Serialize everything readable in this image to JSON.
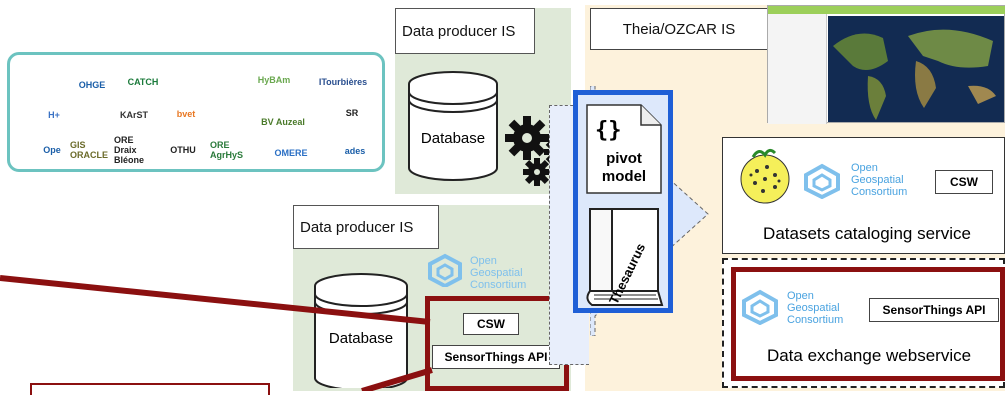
{
  "partners": {
    "logos": [
      "OHGE",
      "CATCH",
      "ITourbières",
      "H+",
      "KArST",
      "bvet",
      "HyBAm",
      "SR",
      "Ope",
      "GIS ORACLE",
      "ORE Draix Bléone",
      "OTHU",
      "ORE AgrHyS",
      "OMERE",
      "ades",
      "BV Auzeal"
    ]
  },
  "producer_top": {
    "title": "Data producer IS",
    "db_label": "Database"
  },
  "theia": {
    "title": "Theia/OZCAR IS"
  },
  "pivot": {
    "braces": "{}",
    "label_line1": "pivot",
    "label_line2": "model",
    "thesaurus": "Thesaurus"
  },
  "catalog": {
    "ogc_line1": "Open",
    "ogc_line2": "Geospatial",
    "ogc_line3": "Consortium",
    "csw": "CSW",
    "label": "Datasets cataloging service"
  },
  "exchange": {
    "ogc_line1": "Open",
    "ogc_line2": "Geospatial",
    "ogc_line3": "Consortium",
    "api": "SensorThings API",
    "label": "Data exchange webservice"
  },
  "producer_bottom": {
    "title": "Data producer IS",
    "ogc_line1": "Open",
    "ogc_line2": "Geospatial",
    "ogc_line3": "Consortium",
    "db_label": "Database",
    "csw": "CSW",
    "api": "SensorThings API"
  },
  "colors": {
    "dark_red": "#8b1010",
    "blue": "#1f5fd6",
    "green_panel": "#dfe9d8",
    "theia_panel": "#fdf2dc",
    "teal": "#6cc3c0"
  }
}
